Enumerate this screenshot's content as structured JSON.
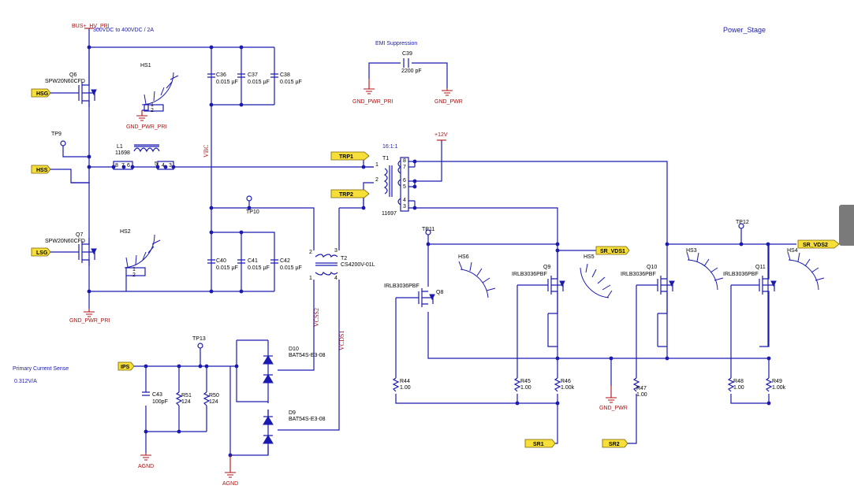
{
  "sheet": {
    "title": "Power_Stage",
    "emi_label": "EMI Suppression",
    "note_primary_current": "Primary Current Sense",
    "note_ratio": "0.312V/A"
  },
  "nets": {
    "bus_hv": "BUS+_HV_PRI",
    "bus_spec": "300VDC to 400VDC / 2A",
    "vbc": "VBC",
    "vcss2": "VCSS2",
    "vcds1": "VCDS1",
    "plus12": "+12V"
  },
  "flags": {
    "hsg": "HSG",
    "hss": "HSS",
    "lsg": "LSG",
    "ips": "IPS",
    "trp1": "TRP1",
    "trp2": "TRP2",
    "sr_vds1": "SR_VDS1",
    "sr_vds2": "SR_VDS2",
    "sr1": "SR1",
    "sr2": "SR2"
  },
  "grounds": {
    "gnd_pwr_pri": "GND_PWR_PRI",
    "gnd_pwr": "GND_PWR",
    "agnd": "AGND"
  },
  "components": {
    "q6": {
      "ref": "Q6",
      "part": "SPW20N60CFD"
    },
    "q7": {
      "ref": "Q7",
      "part": "SPW20N60CFD"
    },
    "q8": {
      "ref": "Q8",
      "part": "IRLB3036PBF"
    },
    "q9": {
      "ref": "Q9",
      "part": "IRLB3036PBF"
    },
    "q10": {
      "ref": "Q10",
      "part": "IRLB3036PBF"
    },
    "q11": {
      "ref": "Q11",
      "part": "IRLB3036PBF"
    },
    "l1": {
      "ref": "L1",
      "part": "11698"
    },
    "t1": {
      "ref": "T1",
      "part": "11697",
      "ratio": "16:1:1"
    },
    "t2": {
      "ref": "T2",
      "part": "CS4200V-01L"
    },
    "c36": {
      "ref": "C36",
      "value": "0.015 µF"
    },
    "c37": {
      "ref": "C37",
      "value": "0.015 µF"
    },
    "c38": {
      "ref": "C38",
      "value": "0.015 µF"
    },
    "c40": {
      "ref": "C40",
      "value": "0.015 µF"
    },
    "c41": {
      "ref": "C41",
      "value": "0.015 µF"
    },
    "c42": {
      "ref": "C42",
      "value": "0.015 µF"
    },
    "c39": {
      "ref": "C39",
      "value": "2200 pF"
    },
    "c43": {
      "ref": "C43",
      "value": "100pF"
    },
    "r51": {
      "ref": "R51",
      "value": "124"
    },
    "r50": {
      "ref": "R50",
      "value": "124"
    },
    "r44": {
      "ref": "R44",
      "value": "1.00"
    },
    "r45": {
      "ref": "R45",
      "value": "1.00"
    },
    "r46": {
      "ref": "R46",
      "value": "1.00k"
    },
    "r47": {
      "ref": "R47",
      "value": "1.00"
    },
    "r48": {
      "ref": "R48",
      "value": "1.00"
    },
    "r49": {
      "ref": "R49",
      "value": "1.00k"
    },
    "d9": {
      "ref": "D9",
      "part": "BAT54S-E3-08"
    },
    "d10": {
      "ref": "D10",
      "part": "BAT54S-E3-08"
    },
    "hs1": "HS1",
    "hs2": "HS2",
    "hs3": "HS3",
    "hs4": "HS4",
    "hs5": "HS5",
    "hs6": "HS6",
    "tp9": "TP9",
    "tp10": "TP10",
    "tp11": "TP11",
    "tp12": "TP12",
    "tp13": "TP13"
  },
  "pins": {
    "one": "1",
    "two": "2",
    "three": "3",
    "four": "4",
    "five": "5",
    "six": "6",
    "seven": "7",
    "eight": "8"
  }
}
